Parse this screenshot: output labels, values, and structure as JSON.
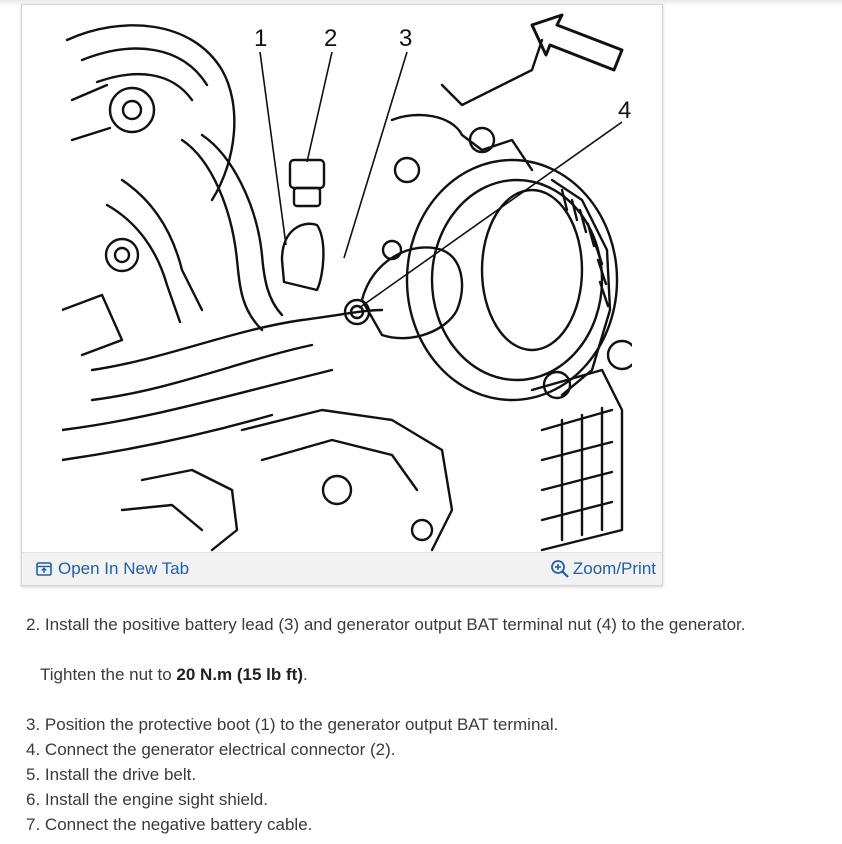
{
  "figure": {
    "callouts": [
      "1",
      "2",
      "3",
      "4"
    ],
    "open_link_label": "Open In New Tab",
    "open_icon": "open-in-new-tab-icon",
    "zoom_link_label": "Zoom/Print",
    "zoom_icon": "magnifier-plus-icon",
    "link_color": "#1f5fa8"
  },
  "steps": {
    "s2_number": "2.",
    "s2_text": "Install the positive battery lead (3) and generator output BAT terminal nut (4) to the generator.",
    "tighten_prefix": "Tighten the nut to",
    "tighten_value": "20 N.m (15 lb ft)",
    "tighten_suffix": ".",
    "s3_number": "3.",
    "s3_text": "Position the protective boot (1) to the generator output BAT terminal.",
    "s4_number": "4.",
    "s4_text": "Connect the generator electrical connector (2).",
    "s5_number": "5.",
    "s5_text": "Install the drive belt.",
    "s6_number": "6.",
    "s6_text": "Install the engine sight shield.",
    "s7_number": "7.",
    "s7_text": "Connect the negative battery cable."
  }
}
